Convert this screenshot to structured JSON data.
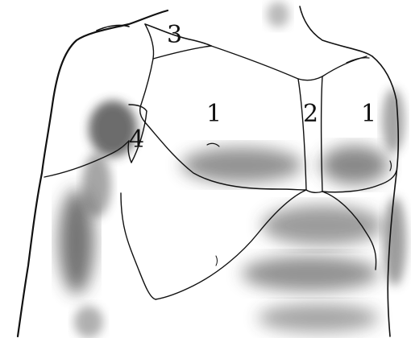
{
  "diagram": {
    "labels": [
      {
        "id": "pectoralis-major-left",
        "text": "1"
      },
      {
        "id": "sternum",
        "text": "2"
      },
      {
        "id": "pectoralis-major-right",
        "text": "1"
      },
      {
        "id": "clavicle-region",
        "text": "3"
      },
      {
        "id": "armpit-region",
        "text": "4"
      }
    ]
  },
  "colors": {
    "line": "#111111",
    "shading": "#3a3a3a",
    "background": "#ffffff"
  }
}
